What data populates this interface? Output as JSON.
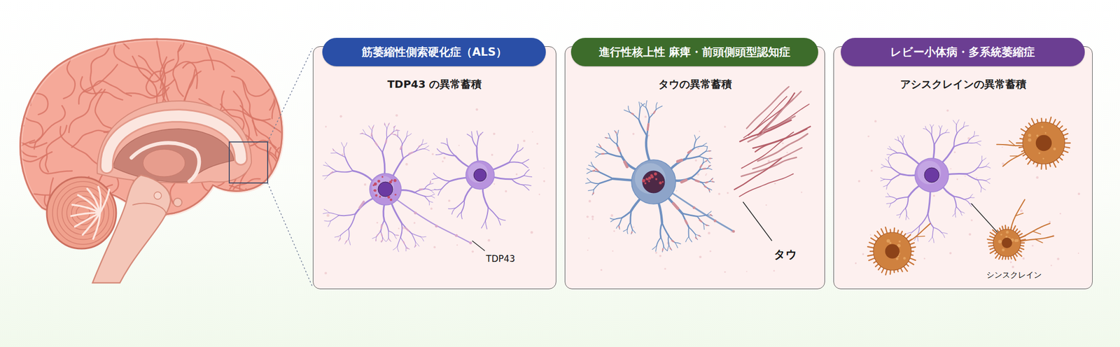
{
  "diagram": {
    "nodes": [
      {
        "text": [
          "筋萎縮性側索硬化症（ALS）",
          "TDP43 の異常蓄積"
        ]
      },
      {
        "text": [
          "進行性核上性 麻痺・前頭側頭型認知症",
          "タウの異常蓄積"
        ]
      },
      {
        "text": [
          "レビー小体病・多系統萎縮症",
          "アシスクレインの異常蓄積"
        ]
      }
    ],
    "labels": [
      "TDP43",
      "タウ",
      "シンスクレイン"
    ]
  }
}
